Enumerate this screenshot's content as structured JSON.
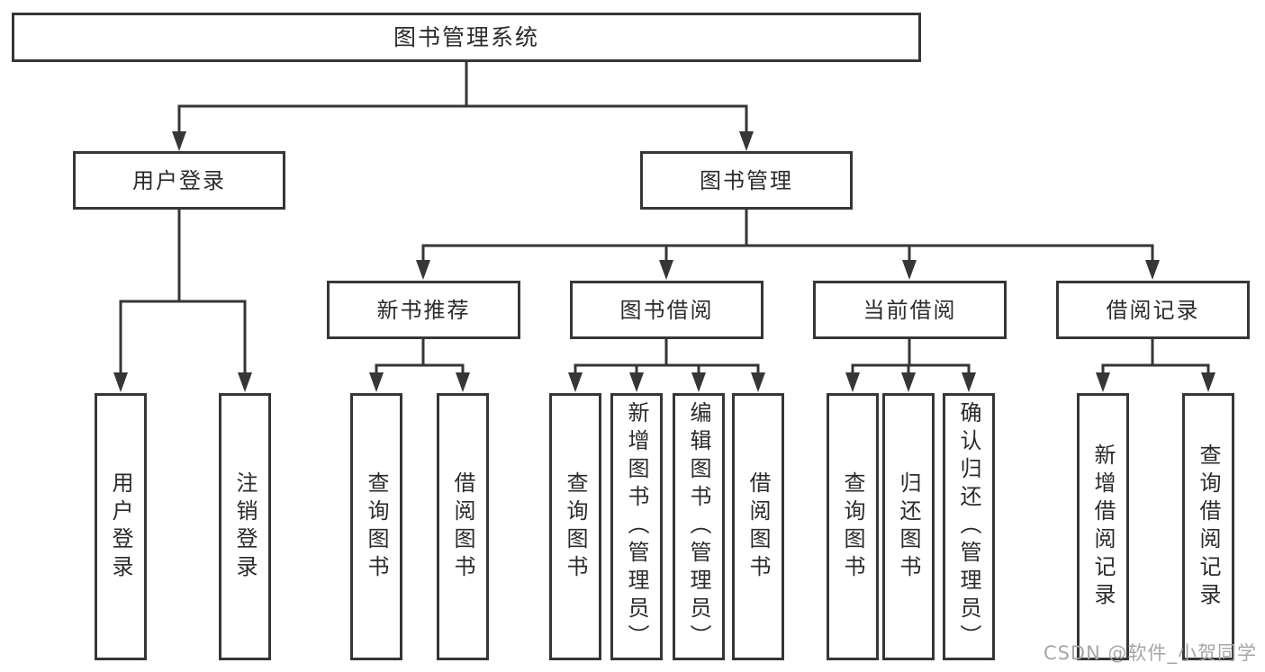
{
  "nodes": {
    "root": "图书管理系统",
    "user_login": "用户登录",
    "book_management": "图书管理",
    "new_book_recommend": "新书推荐",
    "book_borrow": "图书借阅",
    "current_borrow": "当前借阅",
    "borrow_records": "借阅记录",
    "leaf_user_login": "用户登录",
    "leaf_logout": "注销登录",
    "leaf_nb_query_book": "查询图书",
    "leaf_nb_borrow_book": "借阅图书",
    "leaf_bb_query_book": "查询图书",
    "leaf_bb_add_book": "新增图书（管理员）",
    "leaf_bb_edit_book": "编辑图书（管理员）",
    "leaf_bb_borrow_book": "借阅图书",
    "leaf_cb_query_book": "查询图书",
    "leaf_cb_return_book": "归还图书",
    "leaf_cb_confirm_return": "确认归还（管理员）",
    "leaf_br_add_record": "新增借阅记录",
    "leaf_br_query_record": "查询借阅记录"
  },
  "watermark": "CSDN @软件_小贺同学",
  "colors": {
    "line": "#363636",
    "box_border": "#363636",
    "text": "#2b2b2b",
    "watermark": "#a6a6a6",
    "background": "#ffffff"
  }
}
